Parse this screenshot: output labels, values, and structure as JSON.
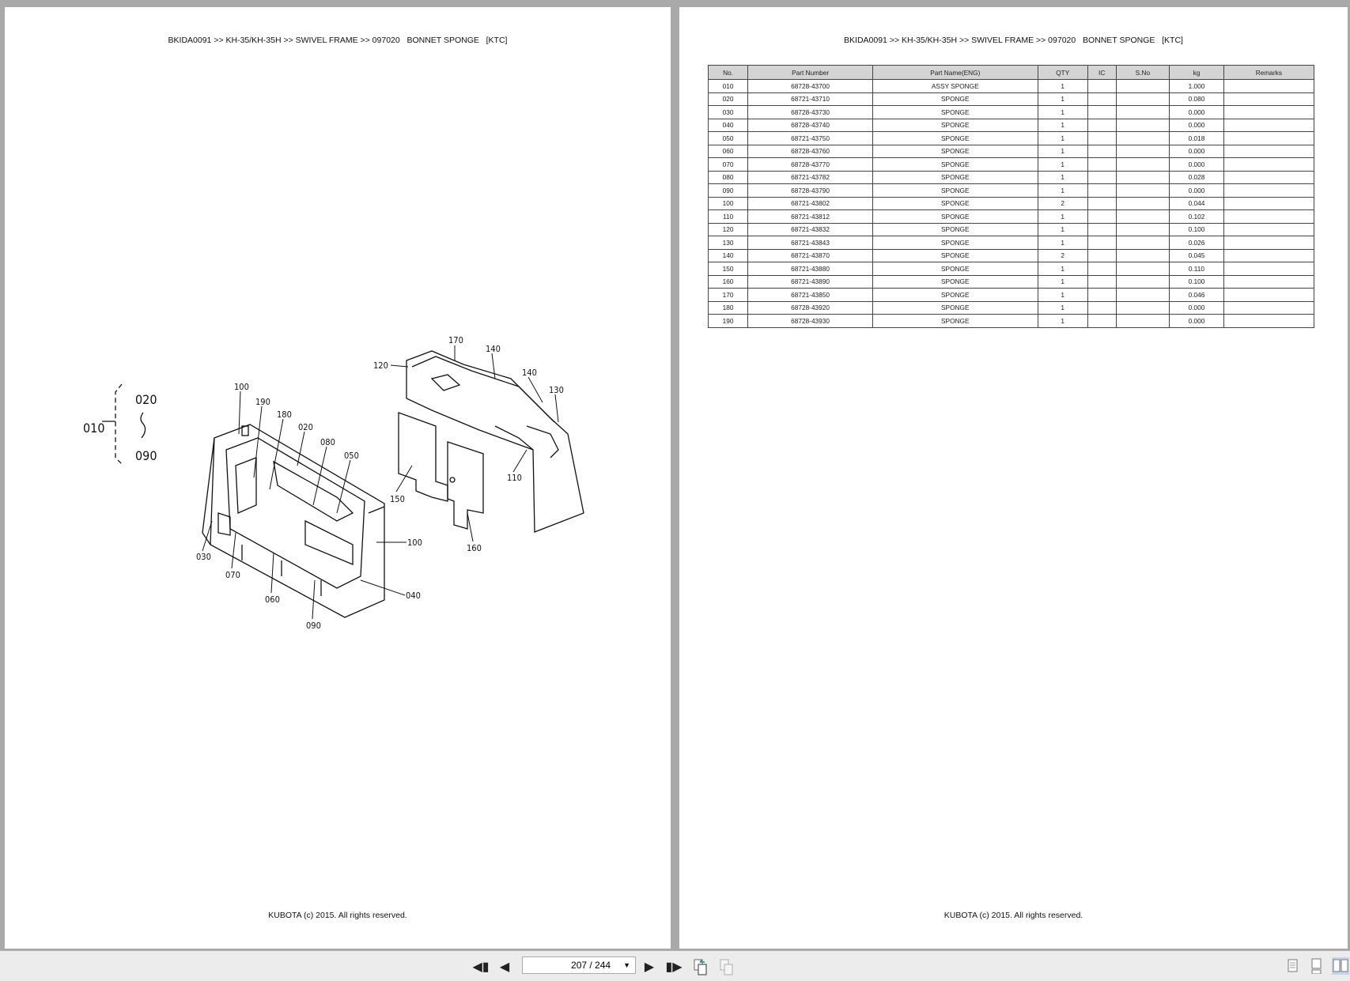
{
  "breadcrumb": "BKIDA0091 >> KH-35/KH-35H >> SWIVEL FRAME >> 097020   BONNET SPONGE   [KTC]",
  "footer": "KUBOTA (c) 2015. All rights reserved.",
  "diagram": {
    "assembly_legend": {
      "parent": "010",
      "from": "020",
      "to": "090"
    },
    "callouts": [
      "170",
      "140",
      "120",
      "140",
      "130",
      "100",
      "190",
      "180",
      "020",
      "080",
      "050",
      "150",
      "110",
      "160",
      "100",
      "040",
      "030",
      "070",
      "060",
      "090"
    ]
  },
  "parts_table": {
    "columns": [
      "No.",
      "Part Number",
      "Part Name(ENG)",
      "QTY",
      "IC",
      "S.No",
      "kg",
      "Remarks"
    ],
    "rows": [
      [
        "010",
        "68728-43700",
        "ASSY SPONGE",
        "1",
        "",
        "",
        "1.000",
        ""
      ],
      [
        "020",
        "68721-43710",
        "SPONGE",
        "1",
        "",
        "",
        "0.080",
        ""
      ],
      [
        "030",
        "68728-43730",
        "SPONGE",
        "1",
        "",
        "",
        "0.000",
        ""
      ],
      [
        "040",
        "68728-43740",
        "SPONGE",
        "1",
        "",
        "",
        "0.000",
        ""
      ],
      [
        "050",
        "68721-43750",
        "SPONGE",
        "1",
        "",
        "",
        "0.018",
        ""
      ],
      [
        "060",
        "68728-43760",
        "SPONGE",
        "1",
        "",
        "",
        "0.000",
        ""
      ],
      [
        "070",
        "68728-43770",
        "SPONGE",
        "1",
        "",
        "",
        "0.000",
        ""
      ],
      [
        "080",
        "68721-43782",
        "SPONGE",
        "1",
        "",
        "",
        "0.028",
        ""
      ],
      [
        "090",
        "68728-43790",
        "SPONGE",
        "1",
        "",
        "",
        "0.000",
        ""
      ],
      [
        "100",
        "68721-43802",
        "SPONGE",
        "2",
        "",
        "",
        "0.044",
        ""
      ],
      [
        "110",
        "68721-43812",
        "SPONGE",
        "1",
        "",
        "",
        "0.102",
        ""
      ],
      [
        "120",
        "68721-43832",
        "SPONGE",
        "1",
        "",
        "",
        "0.100",
        ""
      ],
      [
        "130",
        "68721-43843",
        "SPONGE",
        "1",
        "",
        "",
        "0.026",
        ""
      ],
      [
        "140",
        "68721-43870",
        "SPONGE",
        "2",
        "",
        "",
        "0.045",
        ""
      ],
      [
        "150",
        "68721-43880",
        "SPONGE",
        "1",
        "",
        "",
        "0.110",
        ""
      ],
      [
        "160",
        "68721-43890",
        "SPONGE",
        "1",
        "",
        "",
        "0.100",
        ""
      ],
      [
        "170",
        "68721-43850",
        "SPONGE",
        "1",
        "",
        "",
        "0.046",
        ""
      ],
      [
        "180",
        "68728-43920",
        "SPONGE",
        "1",
        "",
        "",
        "0.000",
        ""
      ],
      [
        "190",
        "68728-43930",
        "SPONGE",
        "1",
        "",
        "",
        "0.000",
        ""
      ]
    ]
  },
  "toolbar": {
    "page_indicator": "207 / 244",
    "icons": [
      "first-page-icon",
      "previous-page-icon",
      "next-page-icon",
      "last-page-icon",
      "go-back-view-icon",
      "go-forward-view-icon",
      "single-page-view-icon",
      "continuous-view-icon",
      "two-page-view-icon"
    ],
    "active_view": "two-page-view"
  }
}
